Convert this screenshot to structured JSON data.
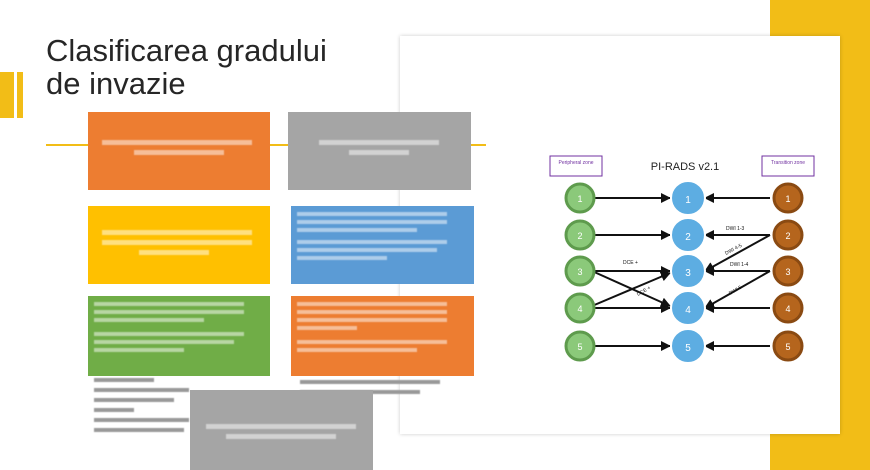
{
  "slide": {
    "title": "Clasificarea gradului\nde invazie"
  },
  "diagram": {
    "title": "PI-RADS v2.1",
    "left_label": "Peripheral zone",
    "right_label": "Transition zone",
    "center_scores": [
      "1",
      "2",
      "3",
      "4",
      "5"
    ],
    "left_scores": [
      "1",
      "2",
      "3",
      "4",
      "5"
    ],
    "right_scores": [
      "1",
      "2",
      "3",
      "4",
      "5"
    ],
    "arrow_labels": [
      "DCE +",
      "DCE +",
      "DWI 1-3",
      "DWI 4-5",
      "DWI 1-4",
      "DWI 5"
    ],
    "colors": {
      "center": "#5dade2",
      "left": "#8bc97a",
      "right": "#b5651d",
      "label_border": "#7030a0"
    }
  }
}
